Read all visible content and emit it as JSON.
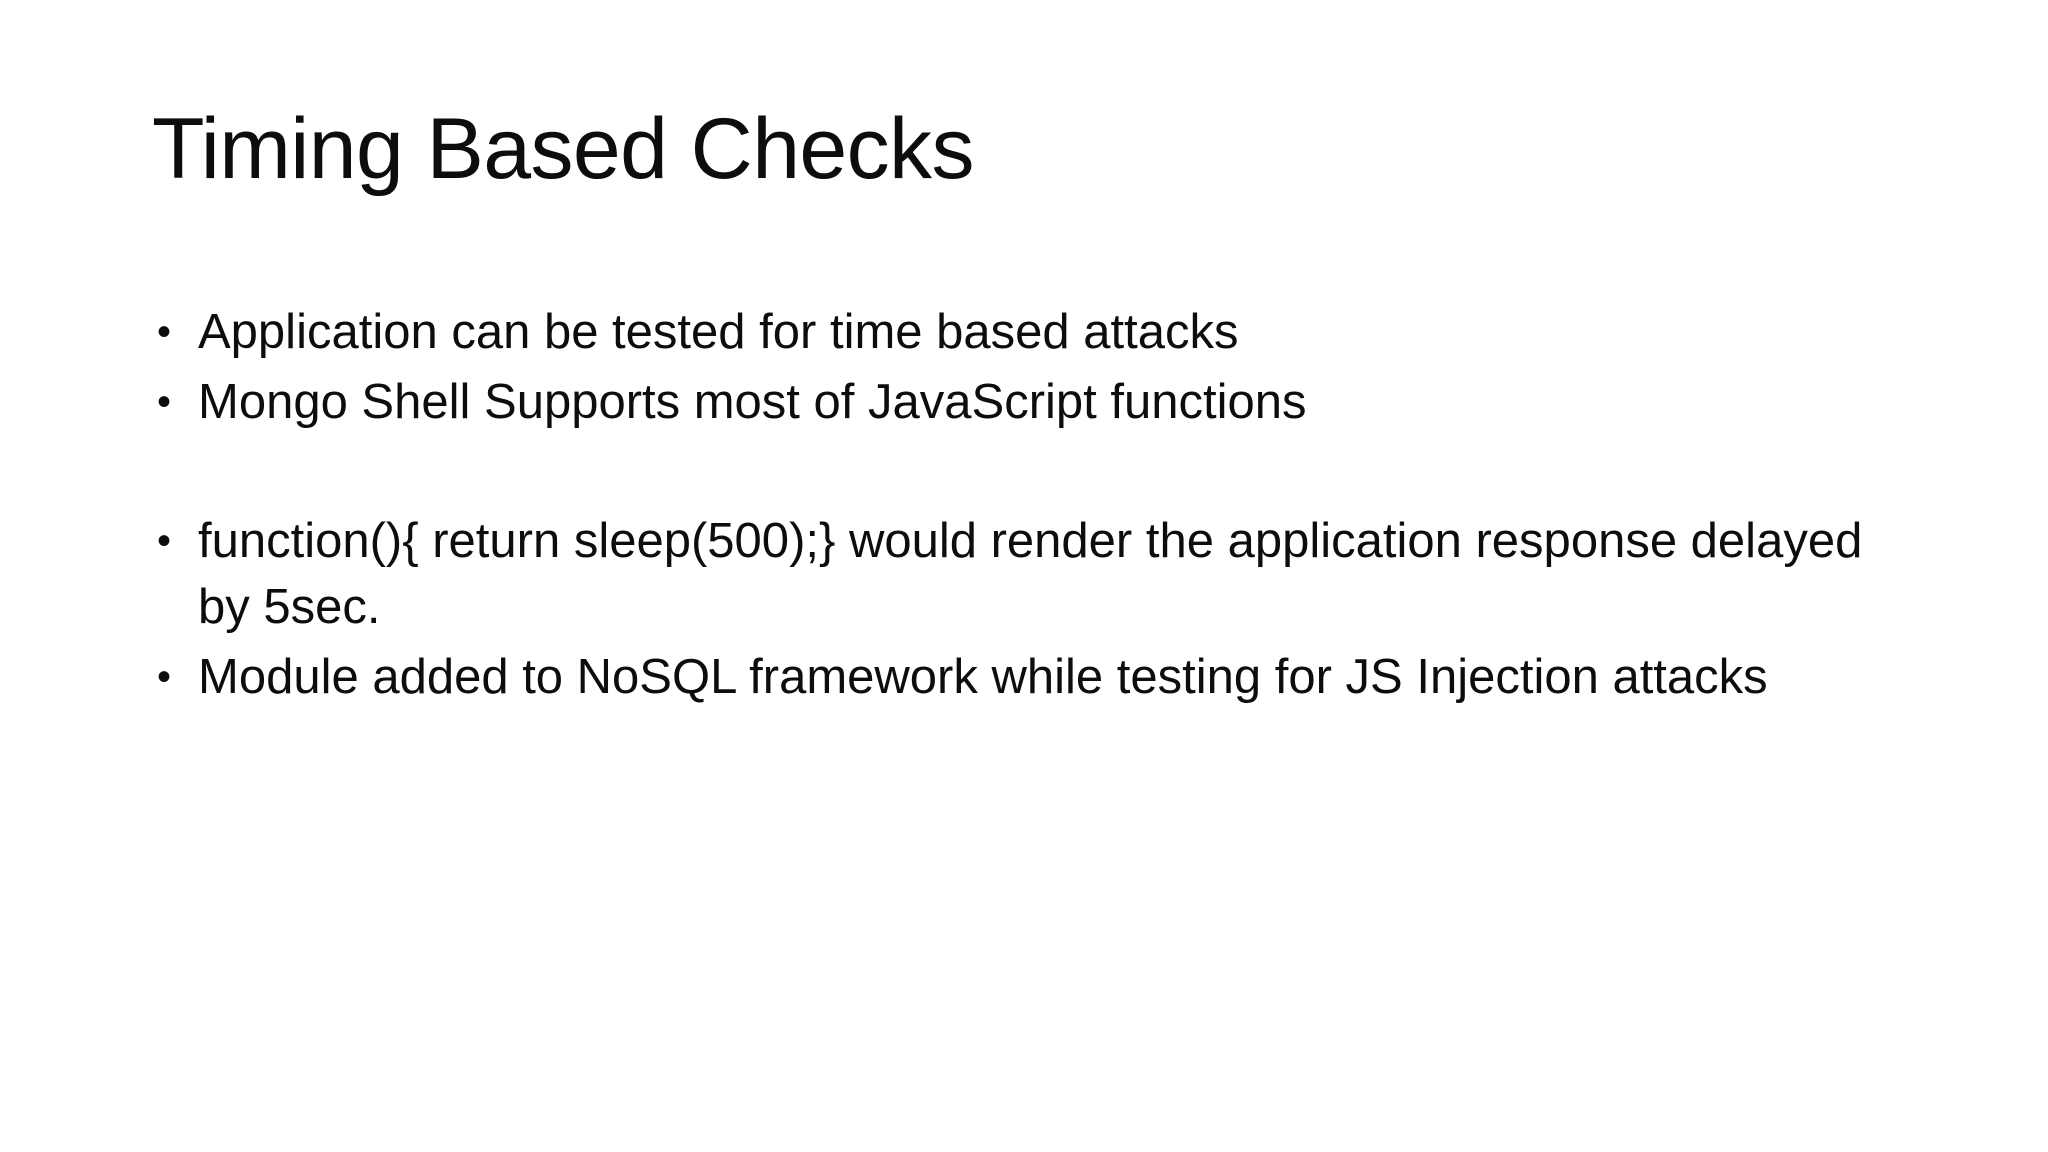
{
  "slide": {
    "title": "Timing Based Checks",
    "background_color": "#ffffff",
    "text_color": "#0d0d0d",
    "bullet_glyph": "•",
    "bullets": [
      {
        "text": "Application can be tested for time based attacks",
        "empty": false
      },
      {
        "text": "Mongo Shell Supports most of JavaScript functions",
        "empty": false
      },
      {
        "text": "",
        "empty": true
      },
      {
        "text": "function(){ return sleep(500);} would render the application response delayed by 5sec.",
        "empty": false
      },
      {
        "text": "Module added to NoSQL framework while testing for JS Injection attacks",
        "empty": false
      }
    ]
  }
}
